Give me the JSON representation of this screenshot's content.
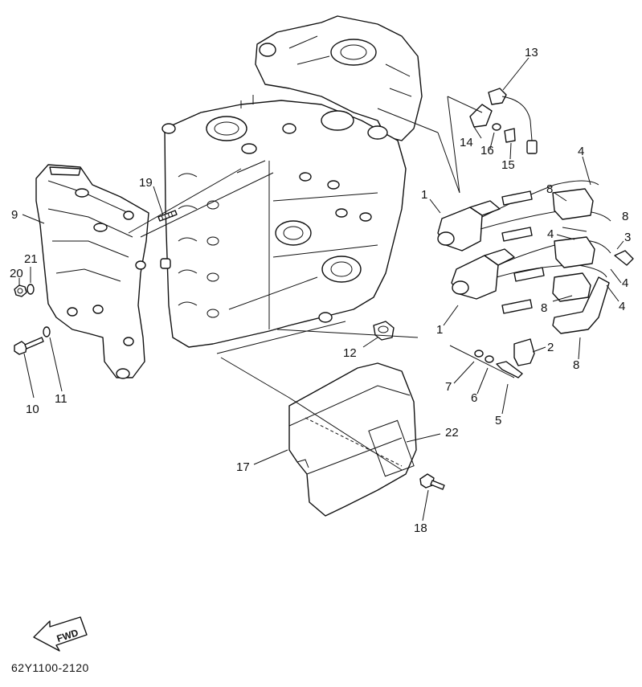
{
  "drawing_number": "62Y1100-2120",
  "fwd_label": "FWD",
  "callouts": [
    "1",
    "1",
    "2",
    "3",
    "4",
    "4",
    "4",
    "4",
    "5",
    "6",
    "7",
    "8",
    "8",
    "8",
    "8",
    "9",
    "10",
    "11",
    "12",
    "13",
    "14",
    "15",
    "16",
    "17",
    "18",
    "19",
    "20",
    "21",
    "22"
  ]
}
